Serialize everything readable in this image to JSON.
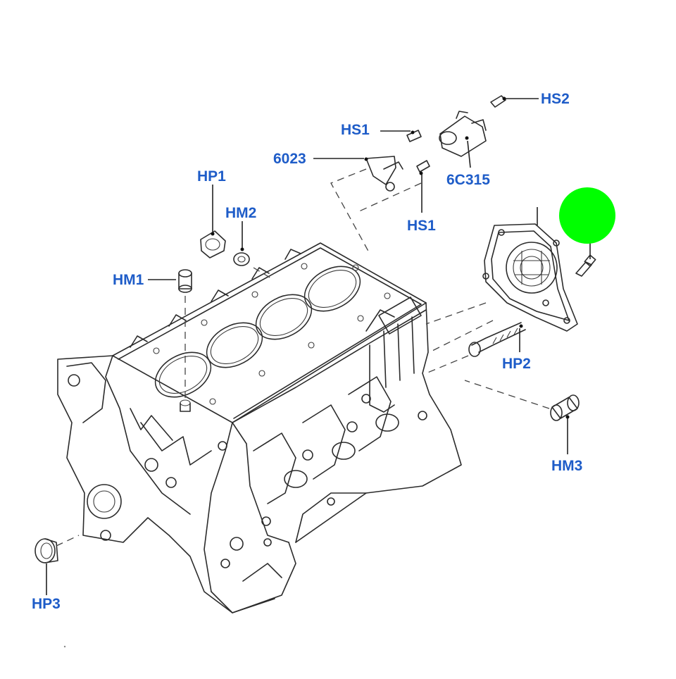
{
  "labels": {
    "hs2": "HS2",
    "hs1_top": "HS1",
    "l6023": "6023",
    "l6c315": "6C315",
    "hs1_bottom": "HS1",
    "hp1": "HP1",
    "hm2": "HM2",
    "hm1": "HM1",
    "hp2": "HP2",
    "hm3": "HM3",
    "hp3": "HP3"
  },
  "colors": {
    "label": "#1e5cc8",
    "marker": "#00ff00",
    "line": "#2b2b2b"
  },
  "marker": {
    "shape": "circle",
    "color_name": "green"
  }
}
